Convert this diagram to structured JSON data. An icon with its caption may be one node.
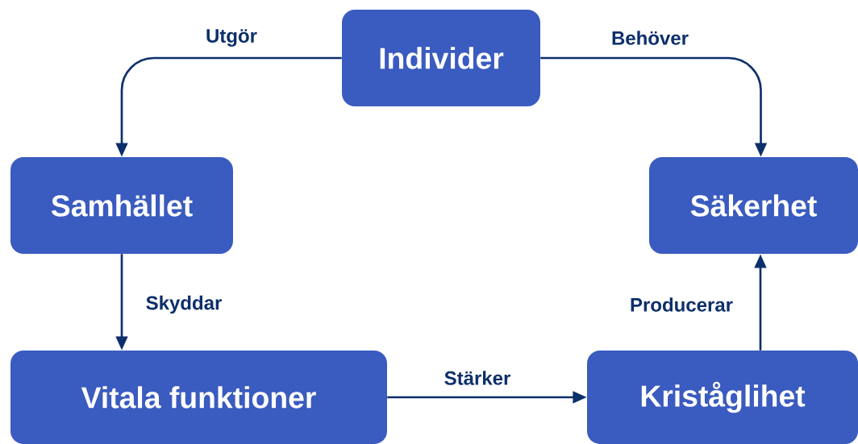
{
  "diagram": {
    "nodes": [
      {
        "text": [
          "Individer"
        ]
      },
      {
        "text": [
          "Samhället"
        ]
      },
      {
        "text": [
          "Säkerhet"
        ]
      },
      {
        "text": [
          "Vitala funktioner"
        ]
      },
      {
        "text": [
          "Kriståglihet"
        ]
      }
    ],
    "edges": [
      {
        "from": 0,
        "to": 1,
        "arrow": "to",
        "label": "Utgör"
      },
      {
        "from": 0,
        "to": 2,
        "arrow": "to",
        "label": "Behöver"
      },
      {
        "from": 1,
        "to": 3,
        "arrow": "to",
        "label": "Skyddar"
      },
      {
        "from": 3,
        "to": 4,
        "arrow": "to",
        "label": "Stärker"
      },
      {
        "from": 4,
        "to": 2,
        "arrow": "to",
        "label": "Producerar"
      }
    ]
  }
}
